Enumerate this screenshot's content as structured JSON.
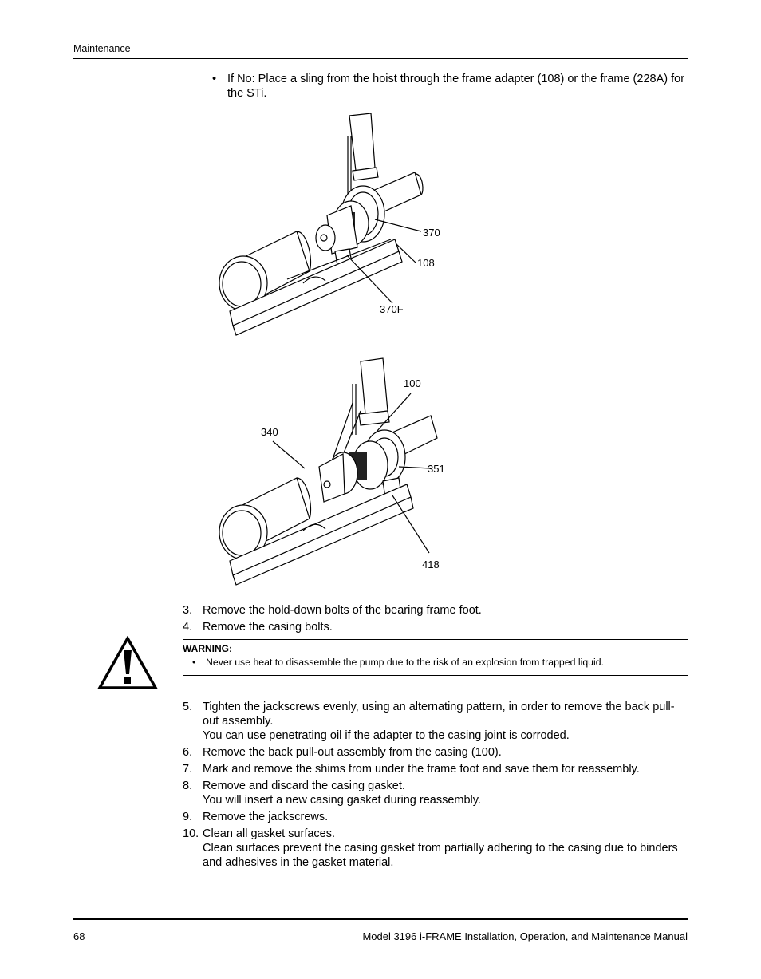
{
  "header": {
    "section": "Maintenance"
  },
  "intro_bullet": {
    "dot": "•",
    "text": "If No: Place a sling from the hoist through the frame adapter (108) or the frame (228A) for the STi."
  },
  "figure1": {
    "callouts": [
      "370",
      "108",
      "370F"
    ]
  },
  "figure2": {
    "callouts": [
      "100",
      "340",
      "351",
      "418"
    ]
  },
  "steps_a": [
    {
      "num": "3.",
      "text": "Remove the hold-down bolts of the bearing frame foot."
    },
    {
      "num": "4.",
      "text": "Remove the casing bolts."
    }
  ],
  "warning": {
    "icon": "warning-triangle-icon",
    "title": "WARNING:",
    "dot": "•",
    "item": "Never use heat to disassemble the pump due to the risk of an explosion from trapped liquid."
  },
  "steps_b": [
    {
      "num": "5.",
      "text": "Tighten the jackscrews evenly, using an alternating pattern, in order to remove the back pull-out assembly.",
      "note": "You can use penetrating oil if the adapter to the casing joint is corroded."
    },
    {
      "num": "6.",
      "text": "Remove the back pull-out assembly from the casing (100).",
      "note": ""
    },
    {
      "num": "7.",
      "text": "Mark and remove the shims from under the frame foot and save them for reassembly.",
      "note": ""
    },
    {
      "num": "8.",
      "text": "Remove and discard the casing gasket.",
      "note": "You will insert a new casing gasket during reassembly."
    },
    {
      "num": "9.",
      "text": "Remove the jackscrews.",
      "note": ""
    },
    {
      "num": "10.",
      "text": "Clean all gasket surfaces.",
      "note": "Clean surfaces prevent the casing gasket from partially adhering to the casing due to binders and adhesives in the gasket material."
    }
  ],
  "footer": {
    "page": "68",
    "title": "Model 3196 i-FRAME Installation, Operation, and Maintenance Manual"
  }
}
